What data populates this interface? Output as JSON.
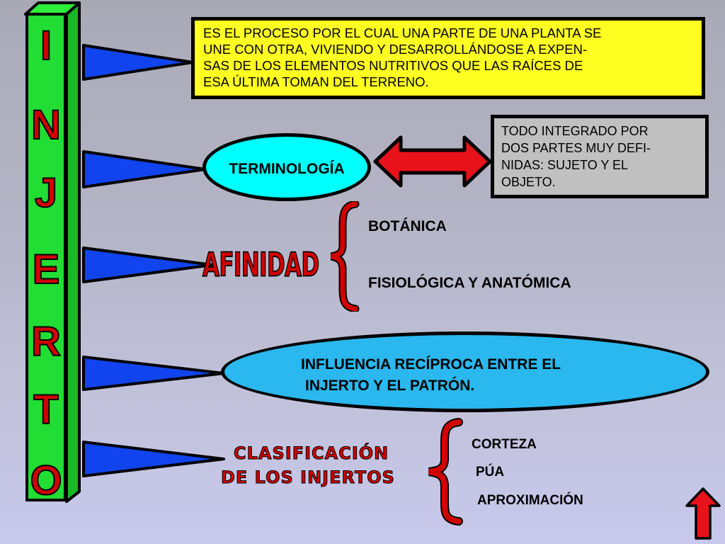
{
  "title_letters": [
    "I",
    "N",
    "J",
    "E",
    "R",
    "T",
    "O"
  ],
  "definition": {
    "lines": [
      "ES EL PROCESO POR EL CUAL UNA PARTE DE UNA PLANTA SE",
      "UNE CON  OTRA, VIVIENDO Y DESARROLLÁNDOSE A EXPEN-",
      "SAS DE LOS ELEMENTOS  NUTRITIVOS  QUE LAS RAÍCES DE",
      "ESA ÚLTIMA TOMAN DEL TERRENO."
    ]
  },
  "terminologia": {
    "label": "TERMINOLOGÍA",
    "description_lines": [
      "TODO INTEGRADO POR",
      "DOS PARTES MUY DEFI-",
      "NIDAS: SUJETO Y EL",
      "OBJETO."
    ]
  },
  "afinidad": {
    "label": "AFINIDAD",
    "items": [
      "BOTÁNICA",
      "FISIOLÓGICA Y ANATÓMICA"
    ]
  },
  "influencia": {
    "lines": [
      "INFLUENCIA RECÍPROCA ENTRE EL",
      "INJERTO Y EL PATRÓN."
    ]
  },
  "clasificacion": {
    "label_lines": [
      "CLASIFICACIÓN",
      "DE LOS INJERTOS"
    ],
    "items": [
      "CORTEZA",
      "PÚA",
      "APROXIMACIÓN"
    ]
  },
  "colors": {
    "pillar": "#22dd33",
    "letters": "#d10000",
    "arrows": "#1144ee",
    "definition_box": "#ffff22",
    "terminologia_ellipse": "#00ffff",
    "influencia_ellipse": "#2ab8ee",
    "braces": "#d10000",
    "double_arrow": "#e8121a",
    "nav_arrow": "#e8121a"
  },
  "icons": {
    "double_arrow": "double-arrow-icon",
    "nav_up": "up-arrow-icon"
  }
}
